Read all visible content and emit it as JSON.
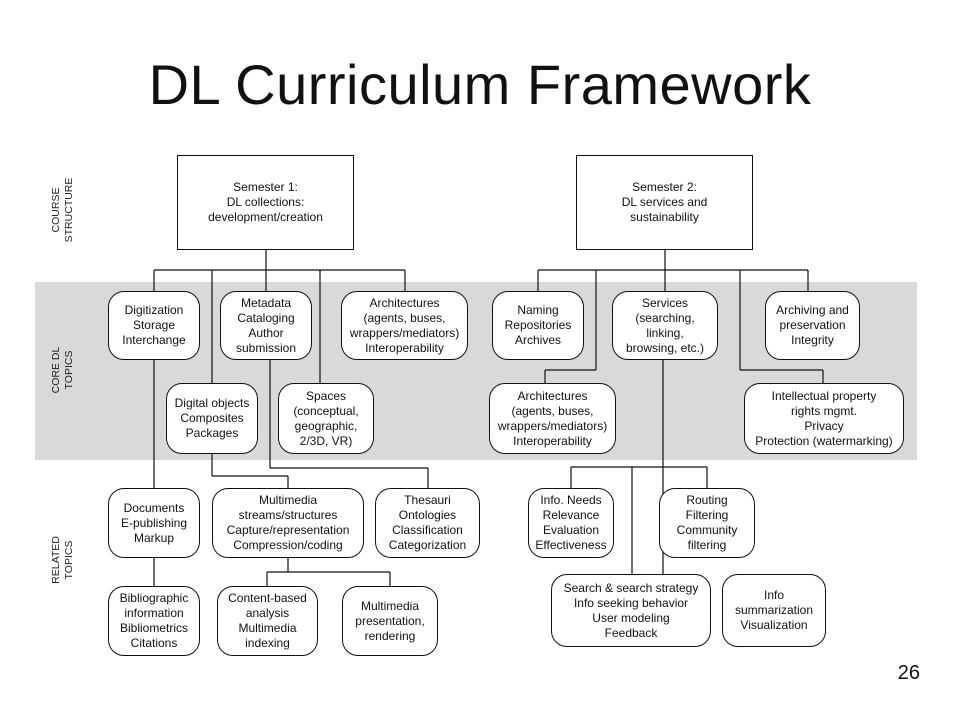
{
  "slide": {
    "title": "DL Curriculum Framework",
    "page_number": "26"
  },
  "bands": {
    "course_structure": "COURSE\nSTRUCTURE",
    "core_dl_topics": "CORE DL\nTOPICS",
    "related_topics": "RELATED\nTOPICS"
  },
  "colors": {
    "band_fill": "#d9d9d9",
    "line": "#111111"
  },
  "nodes": {
    "semester1": "Semester 1:\nDL collections:\ndevelopment/creation",
    "semester2": "Semester 2:\nDL services and\nsustainability",
    "digitization": "Digitization\nStorage\nInterchange",
    "metadata": "Metadata\nCataloging\nAuthor\nsubmission",
    "architectures1": "Architectures\n(agents, buses,\nwrappers/mediators)\nInteroperability",
    "digital_objects": "Digital objects\nComposites\nPackages",
    "spaces": "Spaces\n(conceptual,\ngeographic,\n2/3D, VR)",
    "naming": "Naming\nRepositories\nArchives",
    "services": "Services\n(searching,\nlinking,\nbrowsing, etc.)",
    "archiving": "Archiving and\npreservation\nIntegrity",
    "architectures2": "Architectures\n(agents, buses,\nwrappers/mediators)\nInteroperability",
    "intellectual_property": "Intellectual property\nrights mgmt.\nPrivacy\nProtection (watermarking)",
    "documents": "Documents\nE-publishing\nMarkup",
    "multimedia_streams": "Multimedia\nstreams/structures\nCapture/representation\nCompression/coding",
    "thesauri": "Thesauri\nOntologies\nClassification\nCategorization",
    "bibliographic": "Bibliographic\ninformation\nBibliometrics\nCitations",
    "content_based": "Content-based\nanalysis\nMultimedia\nindexing",
    "multimedia_presentation": "Multimedia\npresentation,\nrendering",
    "info_needs": "Info. Needs\nRelevance\nEvaluation\nEffectiveness",
    "routing": "Routing\nFiltering\nCommunity\nfiltering",
    "search_strategy": "Search & search strategy\nInfo seeking behavior\nUser modeling\nFeedback",
    "info_summarization": "Info\nsummarization\nVisualization"
  }
}
